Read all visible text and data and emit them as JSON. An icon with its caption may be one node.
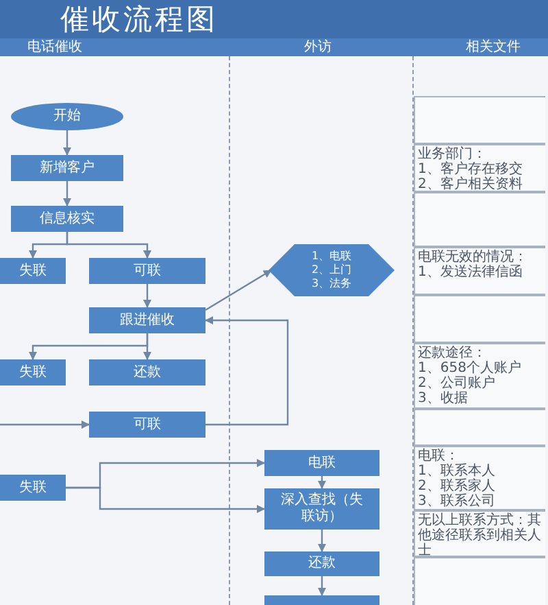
{
  "diagram": {
    "title": "催收流程图",
    "nodes": [
      {
        "text": [
          "开始"
        ]
      },
      {
        "text": [
          "新增客户"
        ]
      },
      {
        "text": [
          "信息核实"
        ]
      },
      {
        "text": [
          "失联"
        ]
      },
      {
        "text": [
          "可联"
        ]
      },
      {
        "text": [
          "跟进催收"
        ]
      },
      {
        "text": [
          "失联"
        ]
      },
      {
        "text": [
          "还款"
        ]
      },
      {
        "text": [
          "可联"
        ]
      },
      {
        "text": [
          "失联"
        ]
      },
      {
        "text": [
          "1、电联 2、上门 3、法务"
        ]
      },
      {
        "text": [
          "电联"
        ]
      },
      {
        "text": [
          "深入查找（失联访）"
        ]
      },
      {
        "text": [
          "还款"
        ]
      },
      {
        "text": [],
        "shape": "box"
      }
    ],
    "edges": [
      {
        "from": 0,
        "to": 1,
        "arrow": "to"
      },
      {
        "from": 1,
        "to": 2,
        "arrow": "to"
      },
      {
        "from": 2,
        "to": 3,
        "arrow": "to"
      },
      {
        "from": 2,
        "to": 4,
        "arrow": "to"
      },
      {
        "from": 4,
        "to": 5,
        "arrow": "to"
      },
      {
        "from": 5,
        "to": 10,
        "arrow": "to"
      },
      {
        "from": 5,
        "to": 6,
        "arrow": "to"
      },
      {
        "from": 5,
        "to": 7,
        "arrow": "to"
      },
      {
        "from": null,
        "to": 8,
        "arrow": "to"
      },
      {
        "from": 8,
        "to": 5,
        "arrow": "to"
      },
      {
        "from": 9,
        "to": 11,
        "arrow": "to"
      },
      {
        "from": 9,
        "to": 12,
        "arrow": "to"
      },
      {
        "from": 11,
        "to": 12,
        "arrow": "to"
      },
      {
        "from": 12,
        "to": 13,
        "arrow": "to"
      },
      {
        "from": 13,
        "to": 14,
        "arrow": "to"
      }
    ],
    "labels": [
      "电话催收",
      "外访",
      "相关文件",
      "业务部门：",
      "1、客户存在移交",
      "2、客户相关资料",
      "电联无效的情况：",
      "1、发送法律信函",
      "还款途径：",
      "1、658个人账户",
      "2、公司账户",
      "3、收据",
      "电联：",
      "1、联系本人",
      "2、联系家人",
      "3、联系公司",
      "无以上联系方式：其他途径联系到相关人士"
    ]
  }
}
